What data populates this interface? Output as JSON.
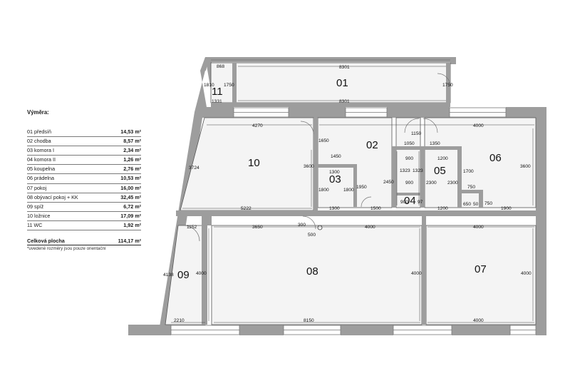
{
  "legend": {
    "title": "Výměra:",
    "rows": [
      {
        "label": "01 předsíň",
        "value": "14,53 m²"
      },
      {
        "label": "02 chodba",
        "value": "8,57 m²"
      },
      {
        "label": "03 komora I",
        "value": "2,34 m²"
      },
      {
        "label": "04 komora II",
        "value": "1,26 m²"
      },
      {
        "label": "05 koupelna",
        "value": "2,76 m²"
      },
      {
        "label": "06 prádelna",
        "value": "10,53 m²"
      },
      {
        "label": "07 pokoj",
        "value": "16,00 m²"
      },
      {
        "label": "08 obývací pokoj + KK",
        "value": "32,45 m²"
      },
      {
        "label": "09 spíž",
        "value": "6,72 m²"
      },
      {
        "label": "10 ložnice",
        "value": "17,09 m²"
      },
      {
        "label": "11 WC",
        "value": "1,92 m²"
      }
    ],
    "total_label": "Celková plocha",
    "total_value": "114,17 m²",
    "note": "*uvedené rozměry jsou pouze orientační"
  },
  "plan": {
    "rooms": {
      "r01": "01",
      "r02": "02",
      "r03": "03",
      "r04": "04",
      "r05": "05",
      "r06": "06",
      "r07": "07",
      "r08": "08",
      "r09": "09",
      "r10": "10",
      "r11": "11"
    },
    "dims": {
      "d868": "868",
      "d8301a": "8301",
      "d1810": "1810",
      "d1750a": "1750",
      "d1750b": "1750",
      "d1331": "1331",
      "d8301b": "8301",
      "d4270": "4270",
      "d1650": "1650",
      "d1150": "1150",
      "d4000a": "4000",
      "d1050": "1050",
      "d1350": "1350",
      "d1450": "1450",
      "d900a": "900",
      "d1200a": "1200",
      "d3724": "3724",
      "d3600a": "3600",
      "d1300a": "1300",
      "d1323a": "1323",
      "d1323b": "1323",
      "d1700": "1700",
      "d3600b": "3600",
      "d2450": "2450",
      "d900b": "900",
      "d2300a": "2300",
      "d2300b": "2300",
      "d1800a": "1800",
      "d1800b": "1800",
      "d1950": "1950",
      "d750a": "750",
      "d650": "650",
      "d50": "50",
      "d750b": "750",
      "d5222": "5222",
      "d1300b": "1300",
      "d1500": "1500",
      "d900c": "900",
      "d97": "97",
      "d1200b": "1200",
      "d1900": "1900",
      "d1152": "1152",
      "d3650": "3650",
      "d300": "300",
      "d500": "500",
      "d4000b": "4000",
      "d4000c": "4000",
      "d4138": "4138",
      "d4000d": "4000",
      "d4000e": "4000",
      "d4000f": "4000",
      "d2210": "2210",
      "d8150": "8150",
      "d4000g": "4000"
    }
  }
}
